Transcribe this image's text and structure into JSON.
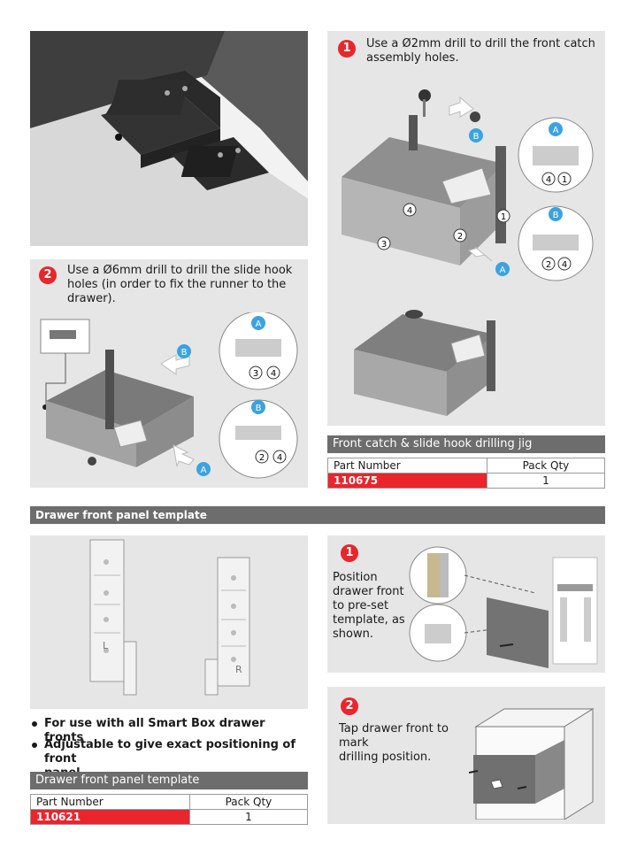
{
  "jig_section": {
    "step1": {
      "number": "1",
      "text_line1": "Use a Ø2mm drill to drill the front catch",
      "text_line2": "assembly holes."
    },
    "step2": {
      "number": "2",
      "text_line1": "Use a Ø6mm drill to drill the slide hook",
      "text_line2": "holes (in order to fix the runner to the",
      "text_line3": "drawer)."
    },
    "callouts": {
      "a": "A",
      "b": "B",
      "c1": "1",
      "c2": "2",
      "c3": "3",
      "c4": "4"
    },
    "product_title": "Front catch & slide hook drilling jig",
    "table": {
      "col1": "Part Number",
      "col2": "Pack Qty",
      "part_number": "110675",
      "pack_qty": "1"
    }
  },
  "template_section": {
    "header": "Drawer front panel template",
    "template_label_l": "L",
    "template_label_r": "R",
    "bullets": [
      {
        "line1": "For use with all Smart Box drawer fronts"
      },
      {
        "line1": "Adjustable to give exact positioning of front",
        "line2": "panel"
      }
    ],
    "product_title": "Drawer front panel template",
    "table": {
      "col1": "Part Number",
      "col2": "Pack Qty",
      "part_number": "110621",
      "pack_qty": "1"
    },
    "step1": {
      "number": "1",
      "line1": "Position",
      "line2": "drawer front",
      "line3": "to pre-set",
      "line4": "template, as",
      "line5": "shown."
    },
    "step2": {
      "number": "2",
      "line1": "Tap drawer front to mark",
      "line2": "drilling position."
    }
  },
  "colors": {
    "accent_red": "#e8262b",
    "bar_grey": "#6d6d6d",
    "panel_grey": "#e6e6e6",
    "callout_blue": "#3ba3df"
  }
}
